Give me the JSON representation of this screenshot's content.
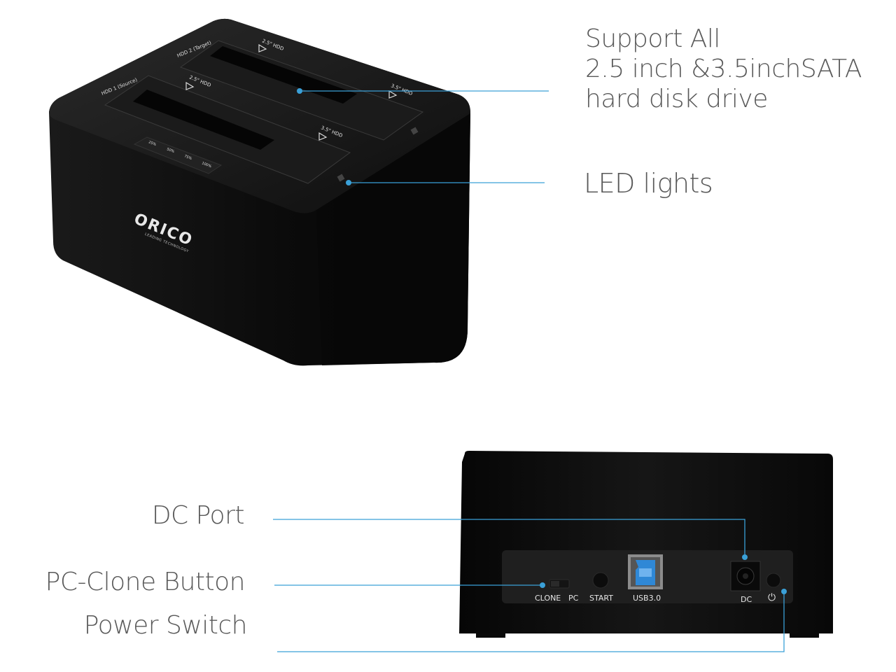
{
  "callouts": {
    "support": [
      "Support All",
      "2.5 inch &3.5inchSATA",
      "hard disk drive"
    ],
    "led": "LED lights",
    "dc_port": "DC  Port",
    "pc_clone": "PC-Clone Button",
    "power_switch": "Power Switch"
  },
  "device_top": {
    "brand": "ORICO",
    "tagline": "LEADING TECHNOLOGY",
    "slot1_label": "HDD 1 (Source)",
    "slot2_label": "HDD 2 (Target)",
    "slot_25": "2.5\" HDD",
    "slot_35": "3.5\" HDD",
    "progress": [
      "25%",
      "50%",
      "75%",
      "100%"
    ]
  },
  "device_back": {
    "clone": "CLONE",
    "pc": "PC",
    "start": "START",
    "usb": "USB3.0",
    "dc": "DC",
    "power_symbol": "⏻"
  },
  "colors": {
    "leader_line": "#3aa0d8",
    "usb_blue": "#2f88d6",
    "device": "#121212"
  }
}
